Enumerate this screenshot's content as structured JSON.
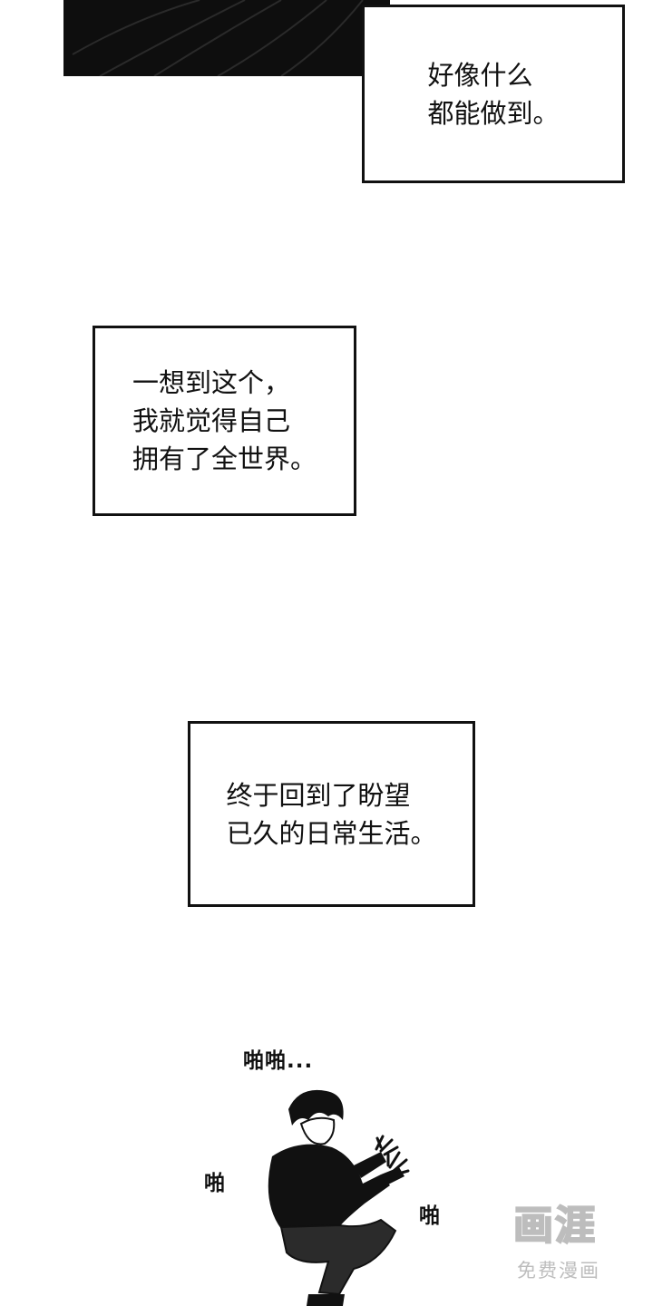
{
  "captions": {
    "cap1": {
      "lines": [
        "好像什么",
        "都能做到。"
      ]
    },
    "cap2": {
      "lines": [
        "一想到这个，",
        "我就觉得自己",
        "拥有了全世界。"
      ]
    },
    "cap3": {
      "lines": [
        "终于回到了盼望",
        "已久的日常生活。"
      ]
    }
  },
  "sfx": {
    "clap_top": "啪啪...",
    "clap_left": "啪",
    "clap_right": "啪"
  },
  "watermark": {
    "logo_text": "画涯",
    "tagline": "免费漫画"
  },
  "colors": {
    "ink": "#111111",
    "panel_dark": "#0e0e0e",
    "watermark_gray": "#bdbdbd"
  }
}
